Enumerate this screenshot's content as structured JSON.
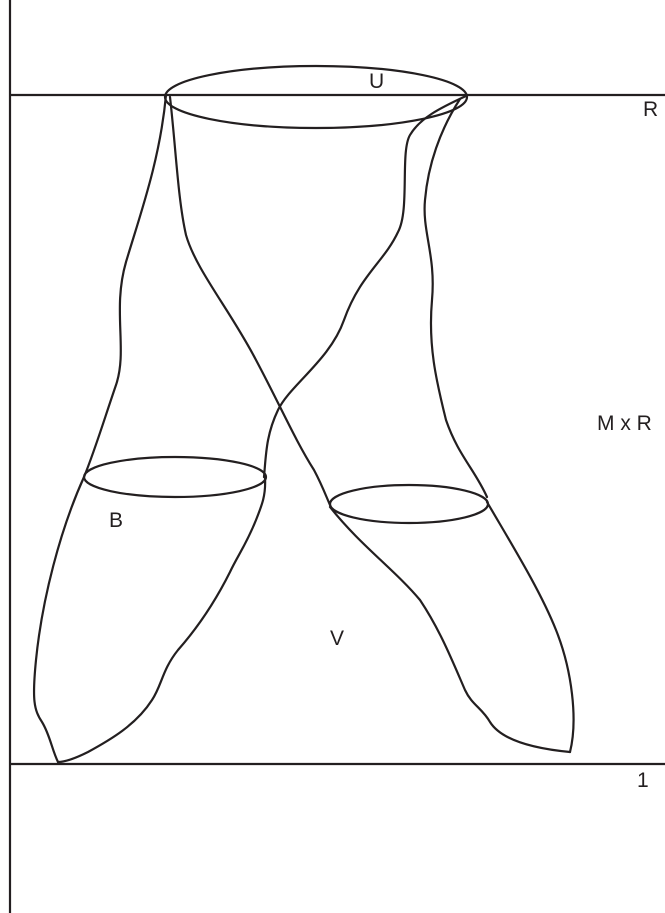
{
  "labels": {
    "top_ellipse": "U",
    "top_line": "R",
    "middle": "M x R",
    "left_ellipse": "B",
    "region": "V",
    "bottom_line": "1"
  }
}
